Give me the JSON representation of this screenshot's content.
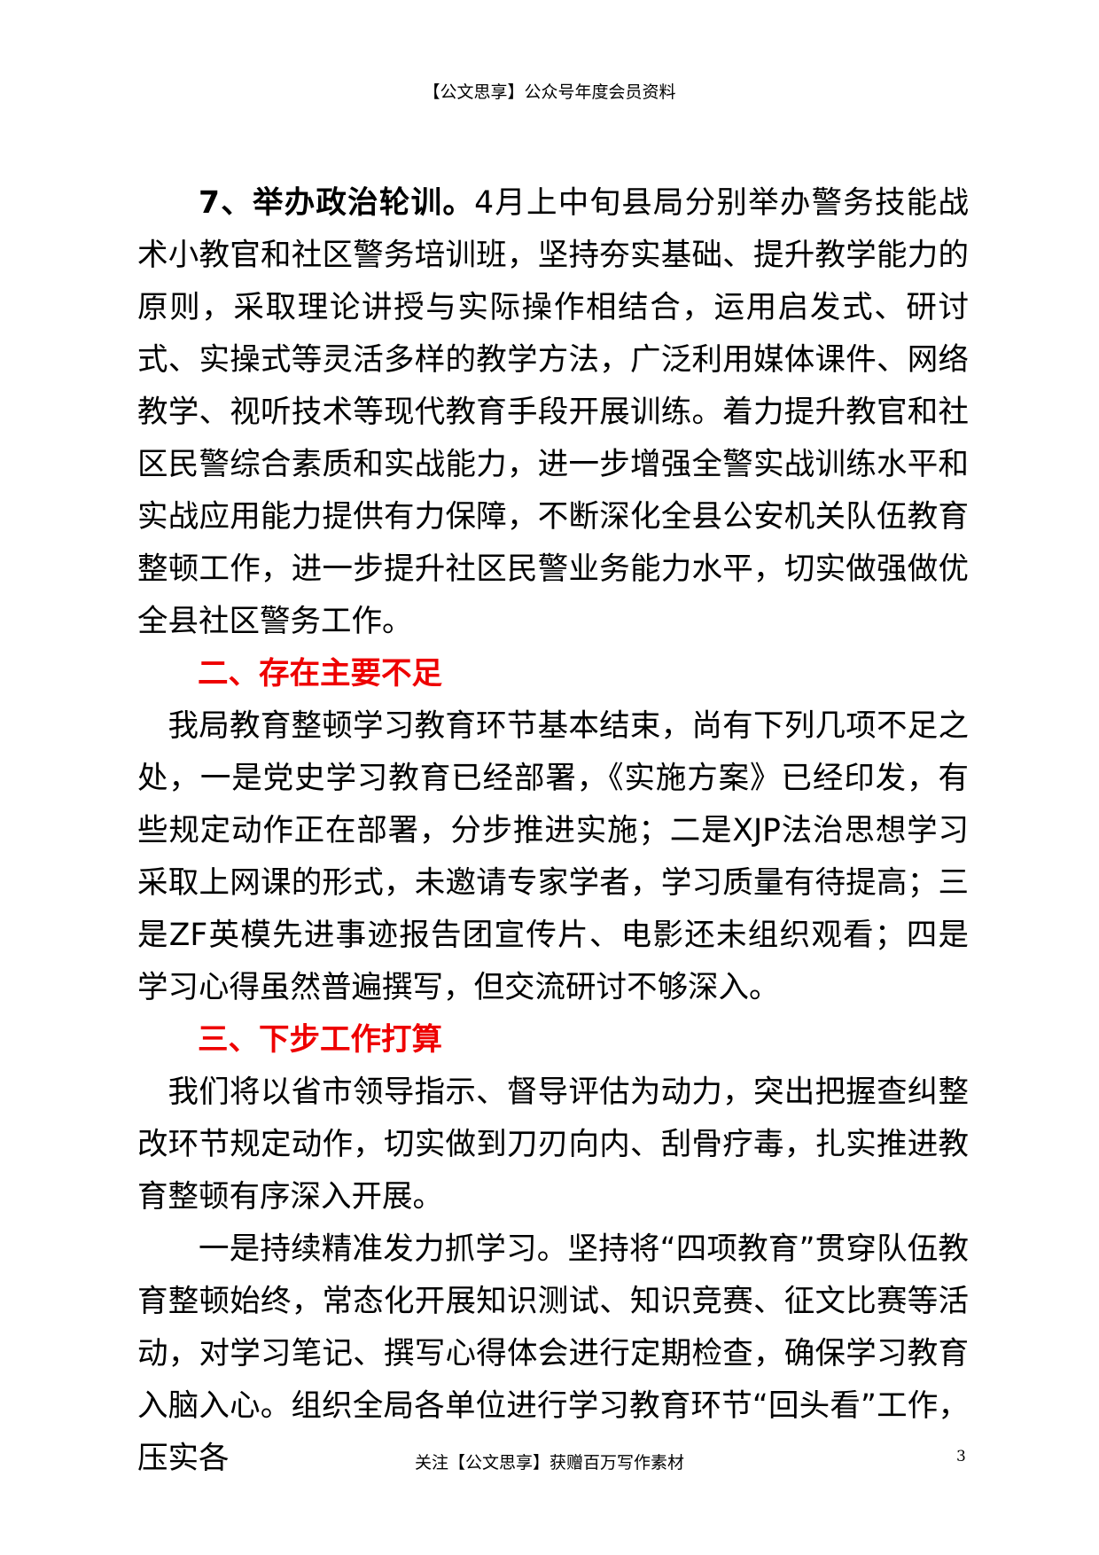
{
  "header": {
    "text": "【公文思享】公众号年度会员资料"
  },
  "content": {
    "para1_lead": "7、举办政治轮训。",
    "para1_body": "4月上中旬县局分别举办警务技能战术小教官和社区警务培训班，坚持夯实基础、提升教学能力的原则，采取理论讲授与实际操作相结合，运用启发式、研讨式、实操式等灵活多样的教学方法，广泛利用媒体课件、网络教学、视听技术等现代教育手段开展训练。着力提升教官和社区民警综合素质和实战能力，进一步增强全警实战训练水平和实战应用能力提供有力保障，不断深化全县公安机关队伍教育整顿工作，进一步提升社区民警业务能力水平，切实做强做优全县社区警务工作。",
    "heading2": "二、存在主要不足",
    "para2": "我局教育整顿学习教育环节基本结束，尚有下列几项不足之处，一是党史学习教育已经部署，《实施方案》已经印发，有些规定动作正在部署，分步推进实施；二是XJP法治思想学习采取上网课的形式，未邀请专家学者，学习质量有待提高；三是ZF英模先进事迹报告团宣传片、电影还未组织观看；四是学习心得虽然普遍撰写，但交流研讨不够深入。",
    "heading3": "三、下步工作打算",
    "para3": "我们将以省市领导指示、督导评估为动力，突出把握查纠整改环节规定动作，切实做到刀刃向内、刮骨疗毒，扎实推进教育整顿有序深入开展。",
    "para4": "一是持续精准发力抓学习。坚持将“四项教育”贯穿队伍教育整顿始终，常态化开展知识测试、知识竞赛、征文比赛等活动，对学习笔记、撰写心得体会进行定期检查，确保学习教育入脑入心。组织全局各单位进行学习教育环节“回头看”工作，压实各"
  },
  "footer": {
    "text": "关注【公文思享】获赠百万写作素材",
    "page_number": "3"
  }
}
